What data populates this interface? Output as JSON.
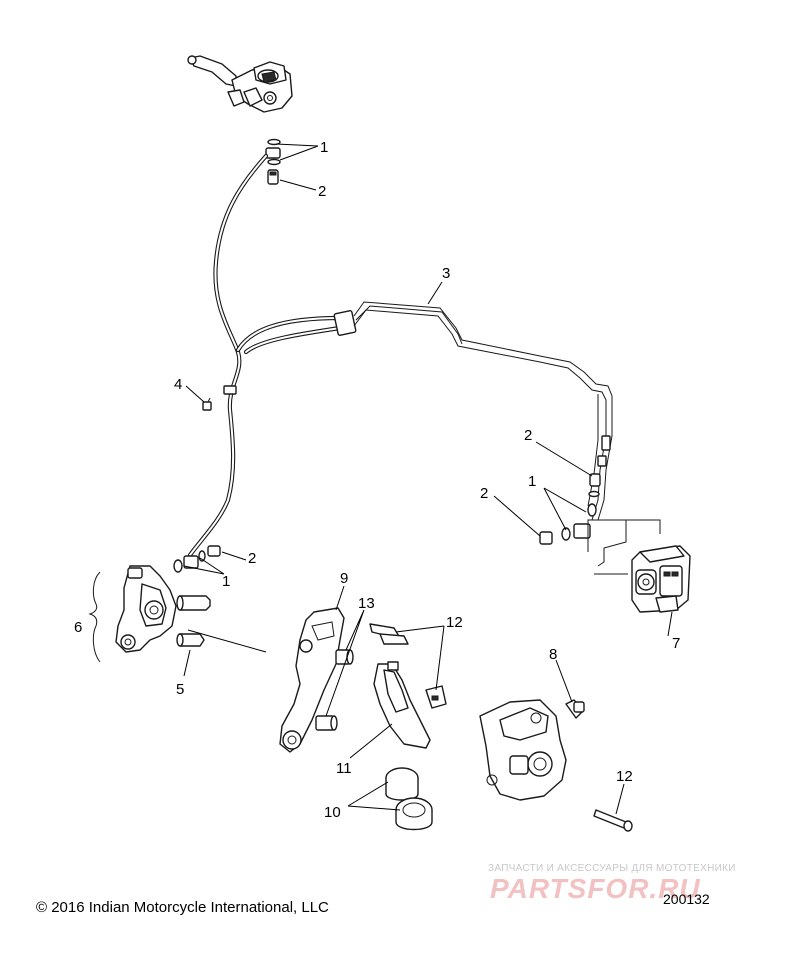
{
  "callouts": {
    "c1_top": "1",
    "c2_top": "2",
    "c3": "3",
    "c4": "4",
    "c2_right_a": "2",
    "c1_right": "1",
    "c2_right_b": "2",
    "c2_left": "2",
    "c1_left": "1",
    "c6": "6",
    "c5": "5",
    "c9": "9",
    "c13": "13",
    "c12_upper": "12",
    "c8": "8",
    "c7": "7",
    "c11": "11",
    "c10": "10",
    "c12_lower": "12"
  },
  "footer": {
    "copyright": "© 2016 Indian Motorcycle International, LLC",
    "figure_number": "200132",
    "watermark_caption": "ЗАПЧАСТИ И АКСЕССУАРЫ ДЛЯ МОТОТЕХНИКИ",
    "watermark_logo": "PARTSFOR.RU"
  },
  "colors": {
    "line": "#1a1a1a",
    "background": "#ffffff",
    "watermark": "#f2c2c2"
  }
}
